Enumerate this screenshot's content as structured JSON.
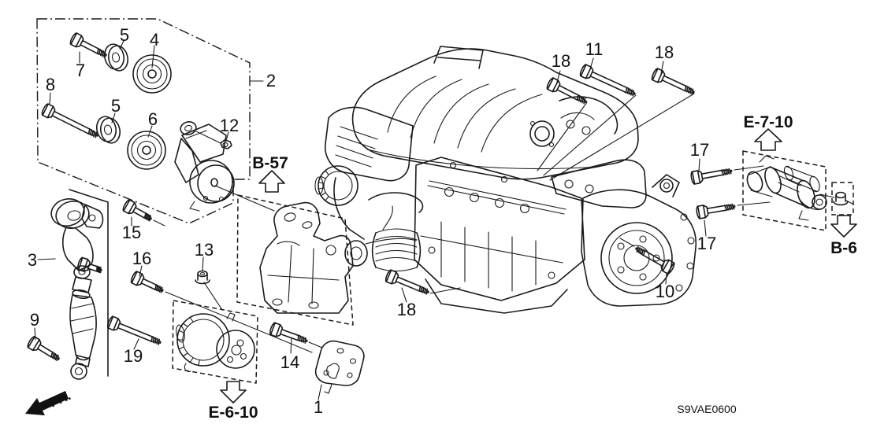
{
  "diagram_code": "S9VAE0600",
  "direction_label": "FR.",
  "references": {
    "b57": "B-57",
    "e7_10": "E-7-10",
    "b6": "B-6",
    "e6_10": "E-6-10"
  },
  "callouts": [
    {
      "id": "bolt-upper",
      "label": "7"
    },
    {
      "id": "washer-upper",
      "label": "5"
    },
    {
      "id": "idler-pulley-a",
      "label": "4"
    },
    {
      "id": "tensioner-assembly",
      "label": "2"
    },
    {
      "id": "bolt-lower",
      "label": "8"
    },
    {
      "id": "washer-lower",
      "label": "5"
    },
    {
      "id": "idler-pulley-b",
      "label": "6"
    },
    {
      "id": "nut-tensioner",
      "label": "12"
    },
    {
      "id": "bolt-15",
      "label": "15"
    },
    {
      "id": "tensioner-arm",
      "label": "3"
    },
    {
      "id": "bolt-16",
      "label": "16"
    },
    {
      "id": "nut-alternator",
      "label": "13"
    },
    {
      "id": "bolt-9",
      "label": "9"
    },
    {
      "id": "bolt-19",
      "label": "19"
    },
    {
      "id": "bolt-14",
      "label": "14"
    },
    {
      "id": "bracket-stay",
      "label": "1"
    },
    {
      "id": "bolt-18-top-left",
      "label": "18"
    },
    {
      "id": "bolt-11",
      "label": "11"
    },
    {
      "id": "bolt-18-top-right",
      "label": "18"
    },
    {
      "id": "bolt-17-upper",
      "label": "17"
    },
    {
      "id": "bolt-17-lower",
      "label": "17"
    },
    {
      "id": "bolt-10",
      "label": "10"
    },
    {
      "id": "bolt-18-bottom",
      "label": "18"
    }
  ],
  "colors": {
    "line": "#1a1a1a",
    "background": "#ffffff"
  }
}
